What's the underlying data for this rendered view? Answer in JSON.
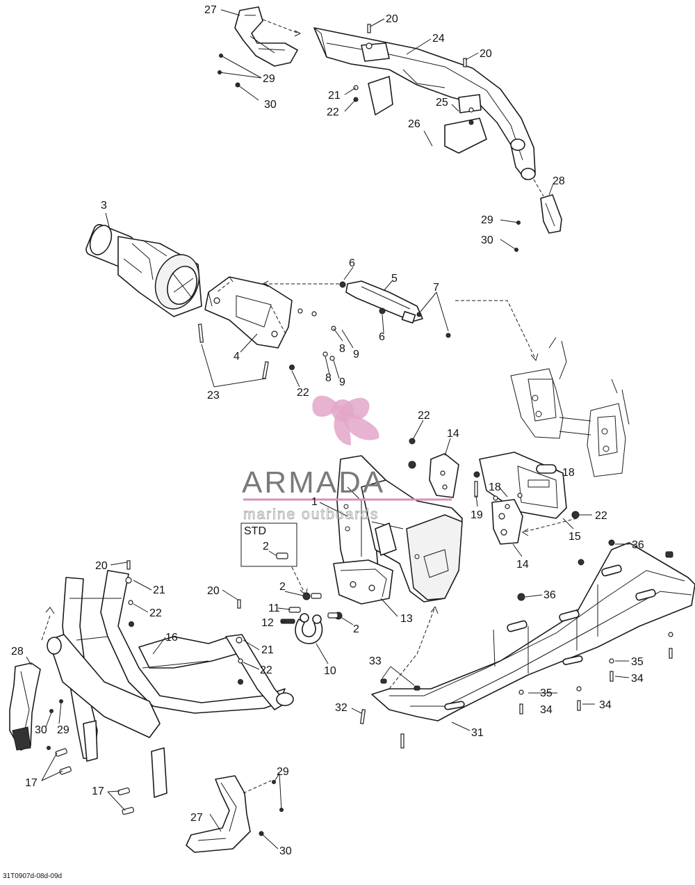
{
  "diagram": {
    "callouts": {
      "c1": "1",
      "c2a": "2",
      "c2b": "2",
      "c2c": "2",
      "c3": "3",
      "c4": "4",
      "c5": "5",
      "c6a": "6",
      "c6b": "6",
      "c7": "7",
      "c8a": "8",
      "c8b": "8",
      "c9a": "9",
      "c9b": "9",
      "c10": "10",
      "c11": "11",
      "c12": "12",
      "c13": "13",
      "c14a": "14",
      "c14b": "14",
      "c15": "15",
      "c16": "16",
      "c17a": "17",
      "c17b": "17",
      "c18a": "18",
      "c18b": "18",
      "c19": "19",
      "c20a": "20",
      "c20b": "20",
      "c20c": "20",
      "c20d": "20",
      "c21a": "21",
      "c21b": "21",
      "c21c": "21",
      "c22a": "22",
      "c22b": "22",
      "c22c": "22",
      "c22d": "22",
      "c22e": "22",
      "c22f": "22",
      "c23": "23",
      "c24": "24",
      "c25": "25",
      "c26": "26",
      "c27a": "27",
      "c27b": "27",
      "c28a": "28",
      "c28b": "28",
      "c29a": "29",
      "c29b": "29",
      "c29c": "29",
      "c29d": "29",
      "c30a": "30",
      "c30b": "30",
      "c30c": "30",
      "c30d": "30",
      "c31": "31",
      "c32": "32",
      "c33": "33",
      "c34a": "34",
      "c34b": "34",
      "c34c": "34",
      "c35a": "35",
      "c35b": "35",
      "c36a": "36",
      "c36b": "36"
    },
    "std_box": {
      "label": "STD",
      "callout": "2"
    },
    "figure_code": "31T0907d-08d-09d"
  },
  "watermark": {
    "brand": "ARMADA",
    "tagline": "marine outboards",
    "accent_color": "#e3a6c8",
    "line_color": "#d98fbf"
  }
}
